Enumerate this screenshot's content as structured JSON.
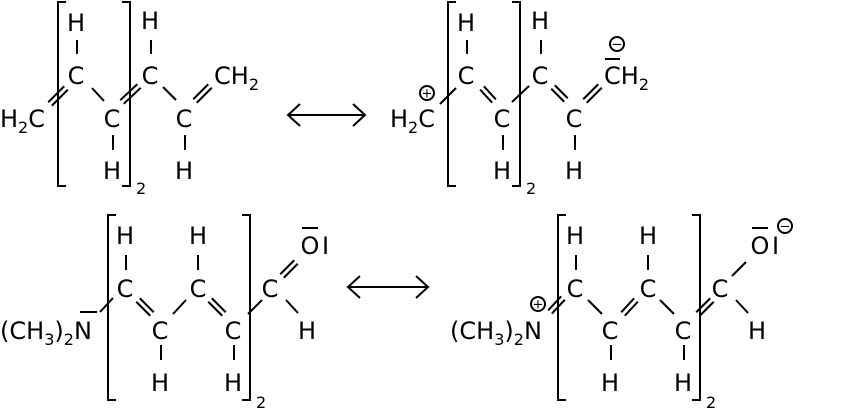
{
  "atoms": {
    "C": "C",
    "H": "H",
    "N": "N",
    "O": "O"
  },
  "subscripts": {
    "two": "2",
    "three": "3"
  },
  "symbols": {
    "paren_open": "(",
    "paren_close": ")",
    "lone_pair": "I",
    "plus": "+",
    "minus": "−"
  },
  "repeat_count": "2",
  "colors": {
    "ink": "#000000",
    "background": "#ffffff"
  }
}
